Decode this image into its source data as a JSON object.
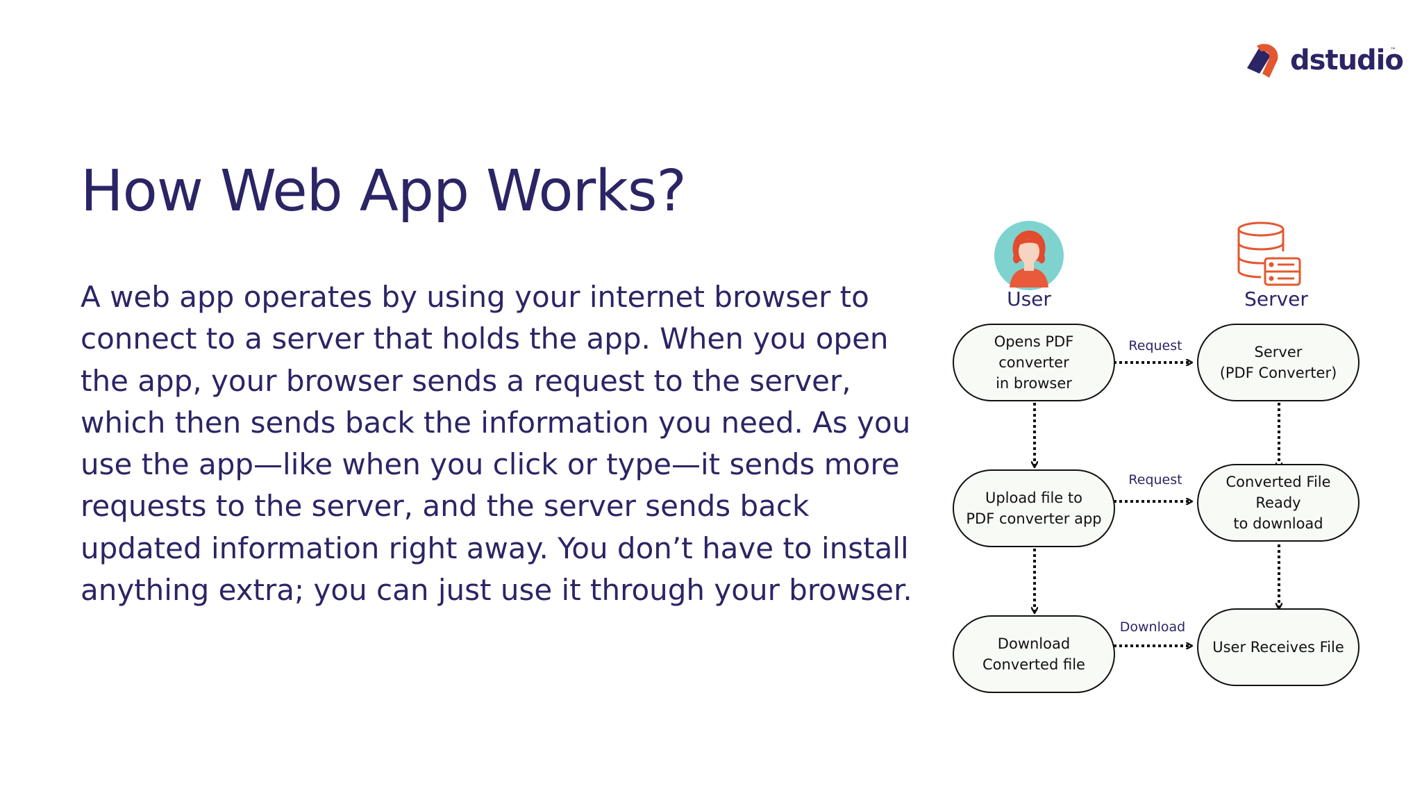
{
  "brand": {
    "name": "dstudio",
    "tm": "™"
  },
  "title": "How Web App Works?",
  "description": "A web app operates by using your internet browser to connect to a server that holds the app. When you open the app, your browser sends a request to the server, which then sends back the information you need. As you use the app—like when you click or type—it sends more requests to the server, and the server sends back updated information right away. You don’t have to install anything extra; you can just use it through your browser.",
  "diagram": {
    "actors": {
      "user": "User",
      "server": "Server"
    },
    "nodes": {
      "user_1": "Opens PDF converter\nin browser",
      "user_2": "Upload file to\nPDF converter app",
      "user_3": "Download\nConverted file",
      "server_1": "Server\n(PDF Converter)",
      "server_2": "Converted File\nReady\nto download",
      "server_3": "User Receives File"
    },
    "edge_labels": {
      "edge_1": "Request",
      "edge_2": "Request",
      "edge_3": "Download"
    }
  },
  "colors": {
    "text": "#2b2565",
    "accent": "#e4572e",
    "avatar_bg": "#7fd3cf",
    "node_fill": "#f8faf6"
  },
  "icons": {
    "user": "user-avatar-icon",
    "server": "server-database-icon",
    "logo": "dstudio-logo-icon"
  }
}
